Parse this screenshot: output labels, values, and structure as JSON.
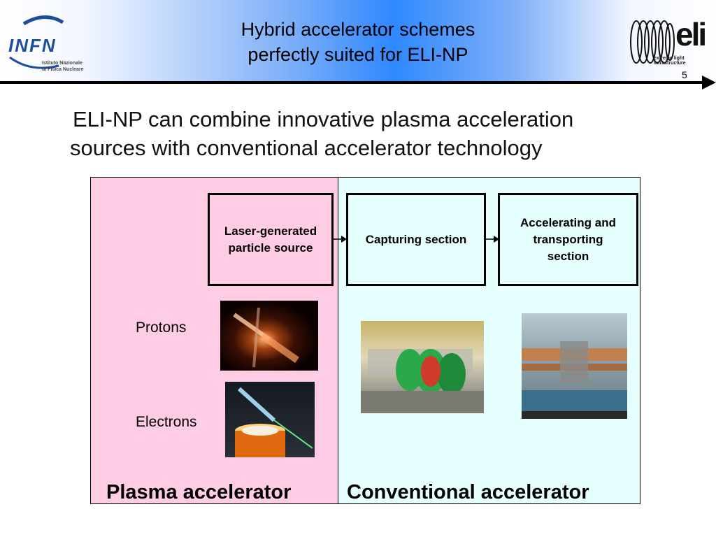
{
  "header": {
    "title_line1": "Hybrid accelerator schemes",
    "title_line2": "perfectly suited for ELI-NP",
    "slide_number": "5",
    "infn_logo": {
      "name": "INFN",
      "subtitle_line1": "Istituto Nazionale",
      "subtitle_line2": "di Fisica Nucleare"
    },
    "eli_logo": {
      "name": "eli",
      "subtitle": "extreme light infrastructure"
    }
  },
  "lead_text": {
    "line1": "ELI-NP can combine innovative plasma acceleration",
    "line2": "sources with conventional accelerator technology"
  },
  "diagram": {
    "stages": [
      {
        "line1": "Laser-generated",
        "line2": "particle source"
      },
      {
        "line1": "Capturing section"
      },
      {
        "line1": "Accelerating and",
        "line2": "transporting",
        "line3": "section"
      }
    ],
    "left_labels": [
      "Protons",
      "Electrons"
    ],
    "footer_left": "Plasma accelerator",
    "footer_right": "Conventional accelerator",
    "colors": {
      "plasma_panel": "#ffcce6",
      "conventional_panel": "#e6ffff"
    }
  }
}
